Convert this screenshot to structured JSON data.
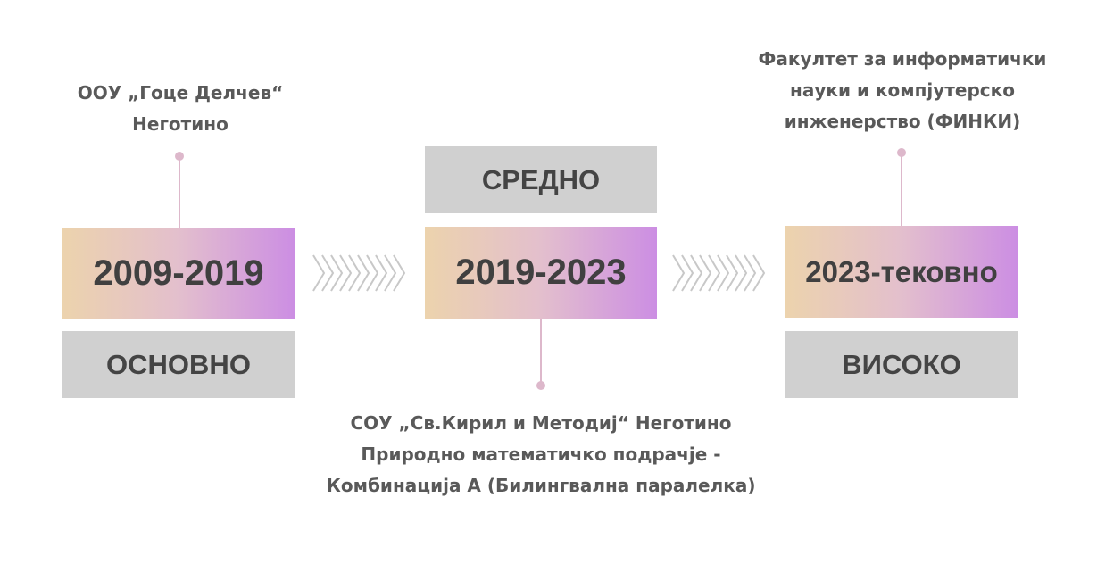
{
  "stages": [
    {
      "period": "2009-2019",
      "level": "ОСНОВНО",
      "school_lines": [
        "ООУ „Гоце Делчев“",
        "Неготино"
      ]
    },
    {
      "period": "2019-2023",
      "level": "СРЕДНО",
      "school_lines": [
        "СОУ „Св.Кирил и Методиј“ Неготино",
        "Природно математичко подрачје -",
        "Комбинација А (Билингвална паралелка)"
      ]
    },
    {
      "period": "2023-тековно",
      "level": "ВИСОКО",
      "school_lines": [
        "Факултет за информатички",
        "науки и компјутерско",
        "инженерство (ФИНКИ)"
      ]
    }
  ],
  "colors": {
    "gradient_start": "#ecd3ad",
    "gradient_mid": "#e3bfcd",
    "gradient_end": "#cc8ee3",
    "level_box": "#d0d0d0",
    "connector": "#ddb8cb",
    "text": "#595959"
  },
  "icons": {
    "arrow": "chevron-arrows-icon"
  }
}
